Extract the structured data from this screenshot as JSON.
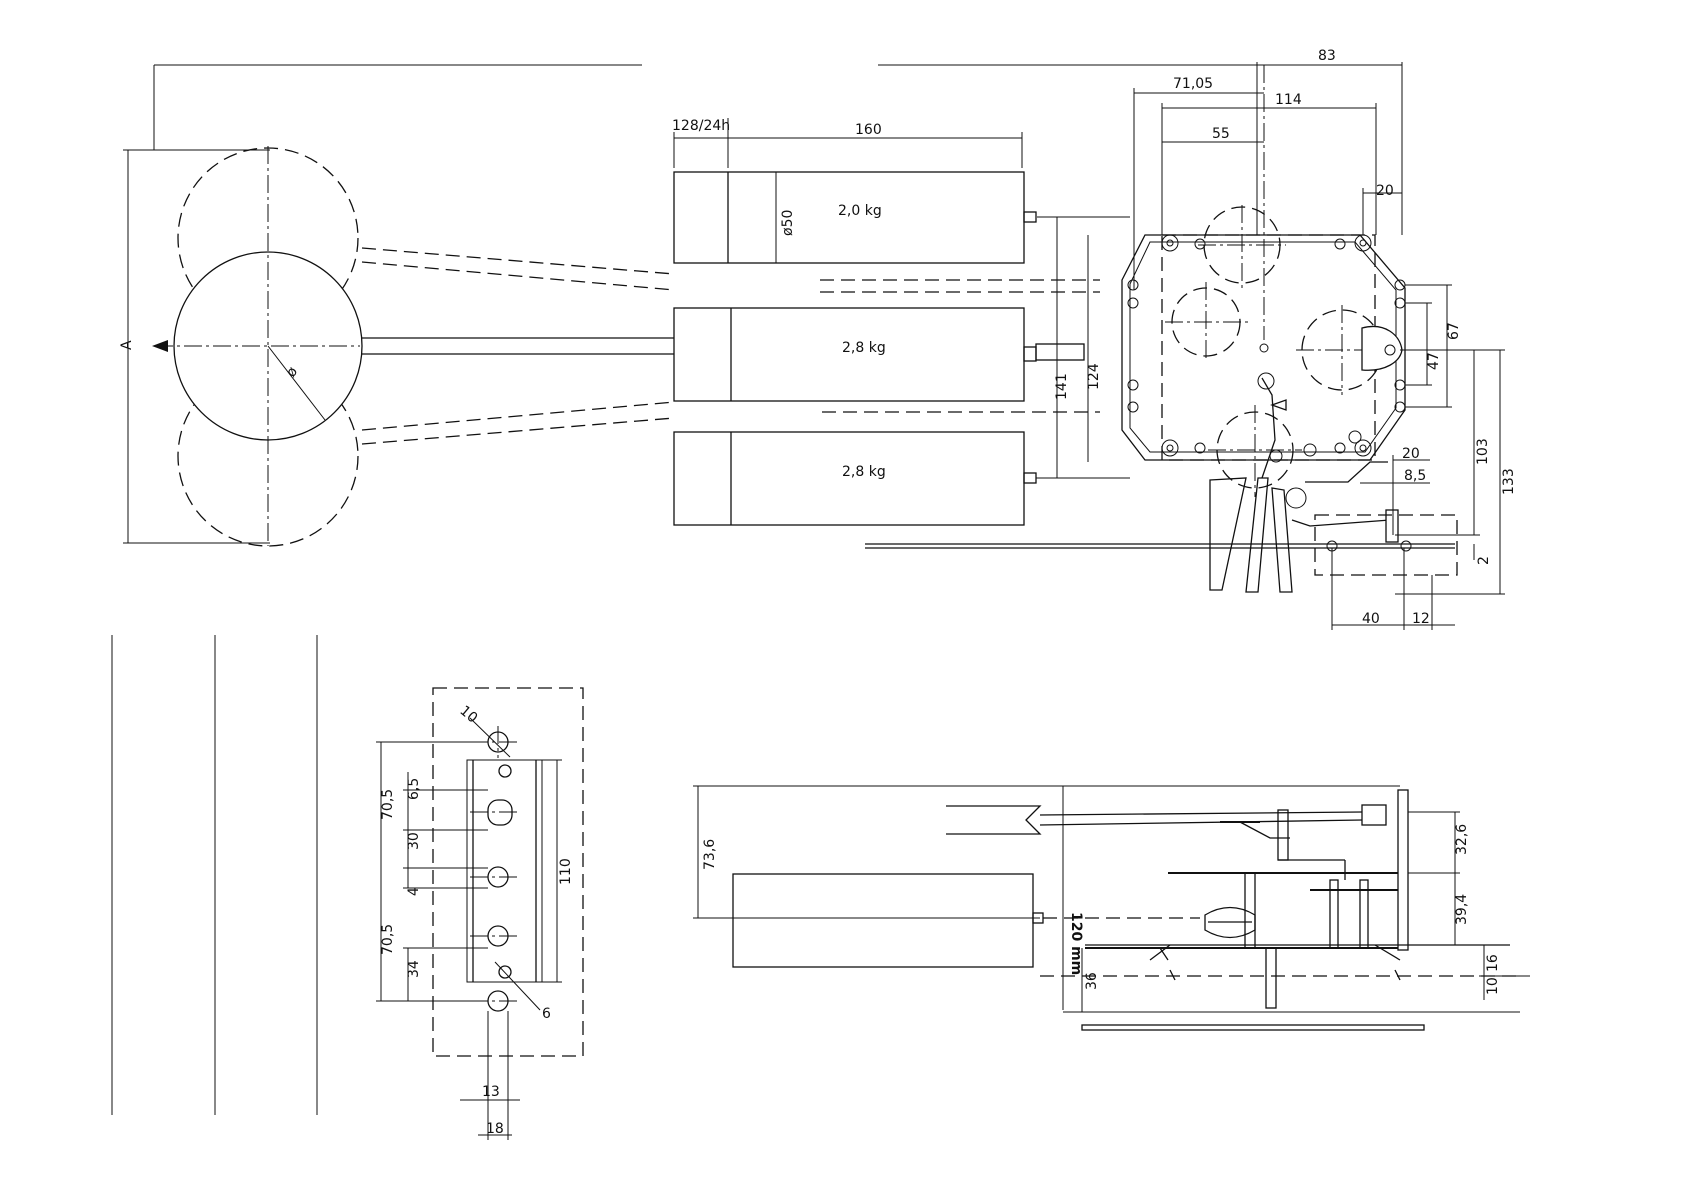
{
  "weights": {
    "top": "2,0 kg",
    "middle": "2,8 kg",
    "bottom": "2,8 kg"
  },
  "weight_dims": {
    "duration": "128/24h",
    "length": "160",
    "diameter": "ø50"
  },
  "pendulum_labels": {
    "amplitude": "A",
    "diameter": "ø"
  },
  "front_dims": {
    "d83": "83",
    "d7105": "71,05",
    "d114": "114",
    "d55": "55",
    "d20top": "20",
    "d67": "67",
    "d47": "47",
    "d141": "141",
    "d124": "124",
    "d20mid": "20",
    "d85": "8,5",
    "d103": "103",
    "d133": "133",
    "d2": "2",
    "d40": "40",
    "d12": "12"
  },
  "mount_dims": {
    "d10": "10",
    "d65": "6,5",
    "d705a": "70,5",
    "d30": "30",
    "d4": "4",
    "d110": "110",
    "d705b": "70,5",
    "d34": "34",
    "d6": "6",
    "d13": "13",
    "d18": "18"
  },
  "side_dims": {
    "d736": "73,6",
    "d120": "120 mm",
    "d326": "32,6",
    "d394": "39,4",
    "d36": "36",
    "d16": "16",
    "d10": "10"
  }
}
